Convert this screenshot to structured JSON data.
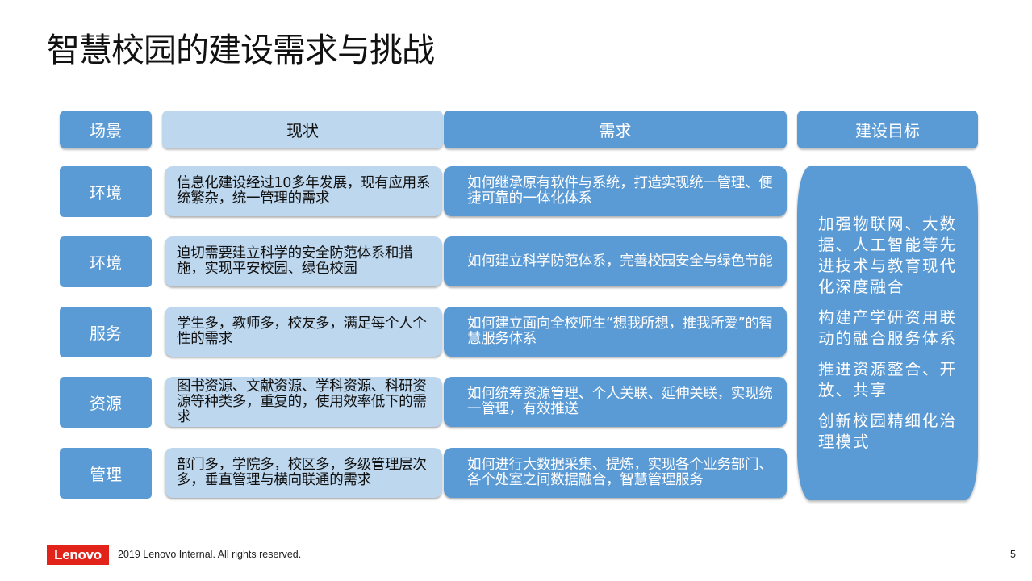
{
  "title": "智慧校园的建设需求与挑战",
  "headers": {
    "scene": "场景",
    "status": "现状",
    "demand": "需求",
    "goal": "建设目标"
  },
  "rows": [
    {
      "scene": "环境",
      "status": "信息化建设经过10多年发展，现有应用系统繁杂，统一管理的需求",
      "demand": "如何继承原有软件与系统，打造实现统一管理、便捷可靠的一体化体系"
    },
    {
      "scene": "环境",
      "status": "迫切需要建立科学的安全防范体系和措施，实现平安校园、绿色校园",
      "demand": "如何建立科学防范体系，完善校园安全与绿色节能"
    },
    {
      "scene": "服务",
      "status": "学生多，教师多，校友多，满足每个人个性的需求",
      "demand": "如何建立面向全校师生“想我所想，推我所爱”的智慧服务体系"
    },
    {
      "scene": "资源",
      "status": "图书资源、文献资源、学科资源、科研资源等种类多，重复的，使用效率低下的需求",
      "demand": "如何统筹资源管理、个人关联、延伸关联，实现统一管理，有效推送"
    },
    {
      "scene": "管理",
      "status": "部门多，学院多，校区多，多级管理层次多，垂直管理与横向联通的需求",
      "demand": "如何进行大数据采集、提炼，实现各个业务部门、各个处室之间数据融合，智慧管理服务"
    }
  ],
  "goals": [
    "加强物联网、大数据、人工智能等先进技术与教育现代化深度融合",
    "构建产学研资用联动的融合服务体系",
    "推进资源整合、开放、共享",
    "创新校园精细化治理模式"
  ],
  "footer": {
    "logo": "Lenovo",
    "copyright": "2019 Lenovo Internal. All rights reserved.",
    "page_number": "5"
  },
  "colors": {
    "dark_blue": "#5b9bd5",
    "light_blue": "#bdd7ee",
    "lenovo_red": "#e2231a"
  }
}
